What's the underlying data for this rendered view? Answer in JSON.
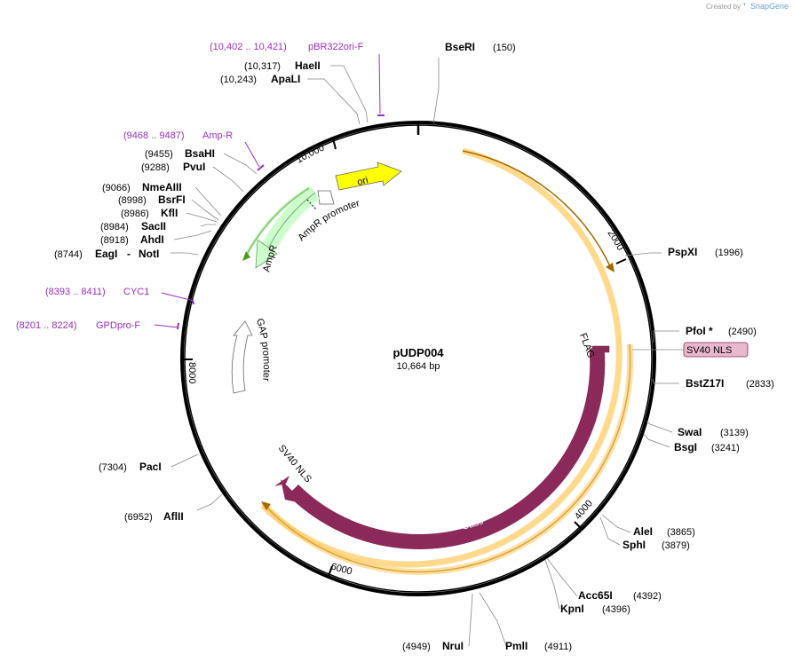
{
  "plasmid": {
    "name": "pUDP004",
    "length": "10,664 bp"
  },
  "credit": {
    "prefix": "Created by",
    "brand": "SnapGene"
  },
  "ticks": [
    "2000",
    "4000",
    "6000",
    "8000",
    "10,000"
  ],
  "sites_right": [
    {
      "name": "BseRI",
      "pos": "(150)"
    },
    {
      "name": "PspXI",
      "pos": "(1996)"
    },
    {
      "name": "PfoI *",
      "pos": "(2490)"
    },
    {
      "name": "BstZ17I",
      "pos": "(2833)"
    },
    {
      "name": "SwaI",
      "pos": "(3139)"
    },
    {
      "name": "BsgI",
      "pos": "(3241)"
    },
    {
      "name": "AleI",
      "pos": "(3865)"
    },
    {
      "name": "SphI",
      "pos": "(3879)"
    },
    {
      "name": "Acc65I",
      "pos": "(4392)"
    },
    {
      "name": "KpnI",
      "pos": "(4396)"
    },
    {
      "name": "PmlI",
      "pos": "(4911)"
    }
  ],
  "sites_left": [
    {
      "name": "NruI",
      "pos": "(4949)"
    },
    {
      "name": "AflII",
      "pos": "(6952)"
    },
    {
      "name": "PacI",
      "pos": "(7304)"
    },
    {
      "name": "EagI",
      "name2": "NotI",
      "pos": "(8744)"
    },
    {
      "name": "AhdI",
      "pos": "(8918)"
    },
    {
      "name": "SacII",
      "pos": "(8984)"
    },
    {
      "name": "KflI",
      "pos": "(8986)"
    },
    {
      "name": "BsrFI",
      "pos": "(8998)"
    },
    {
      "name": "NmeAIII",
      "pos": "(9066)"
    },
    {
      "name": "PvuI",
      "pos": "(9288)"
    },
    {
      "name": "BsaHI",
      "pos": "(9455)"
    },
    {
      "name": "ApaLI",
      "pos": "(10,243)"
    },
    {
      "name": "HaeII",
      "pos": "(10,317)"
    }
  ],
  "primers": [
    {
      "name": "pBR322ori-F",
      "range": "(10,402 .. 10,421)"
    },
    {
      "name": "Amp-R",
      "range": "(9468 .. 9487)"
    },
    {
      "name": "CYC1",
      "range": "(8393 .. 8411)"
    },
    {
      "name": "GPDpro-F",
      "range": "(8201 .. 8224)"
    }
  ],
  "features": {
    "ori": "ori",
    "ampr_promoter": "AmpR promoter",
    "ampr": "AmpR",
    "gap_promoter": "GAP promoter",
    "flag": "FLAG",
    "sv40_nls_right": "SV40 NLS",
    "sv40_nls_left": "SV40 NLS",
    "cas9": "Cas9"
  },
  "colors": {
    "backbone": "#000000",
    "primer": "#9a2fbf",
    "ori": "#ffff00",
    "ampr": "#ccffcc",
    "cas9": "#8b2a5a",
    "orf_highlight": "#ffcc66",
    "sv40_box": "#e8b8cc",
    "leader": "#888888"
  }
}
